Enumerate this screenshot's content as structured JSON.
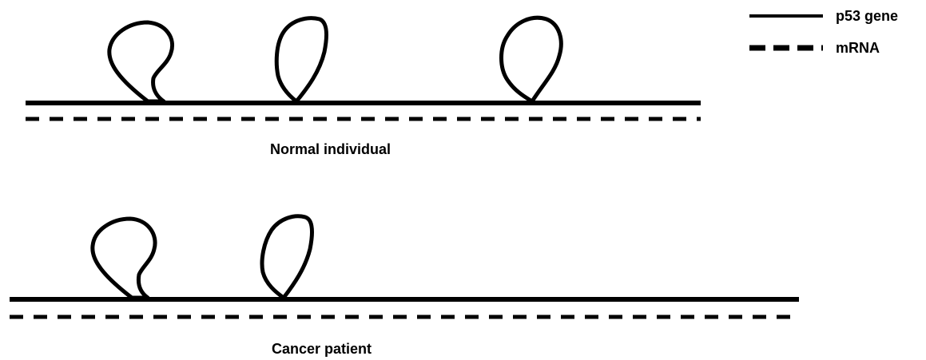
{
  "legend": {
    "gene_label": "p53 gene",
    "mrna_label": "mRNA"
  },
  "panels": [
    {
      "caption": "Normal individual",
      "loop_count": 3
    },
    {
      "caption": "Cancer patient",
      "loop_count": 2
    }
  ]
}
